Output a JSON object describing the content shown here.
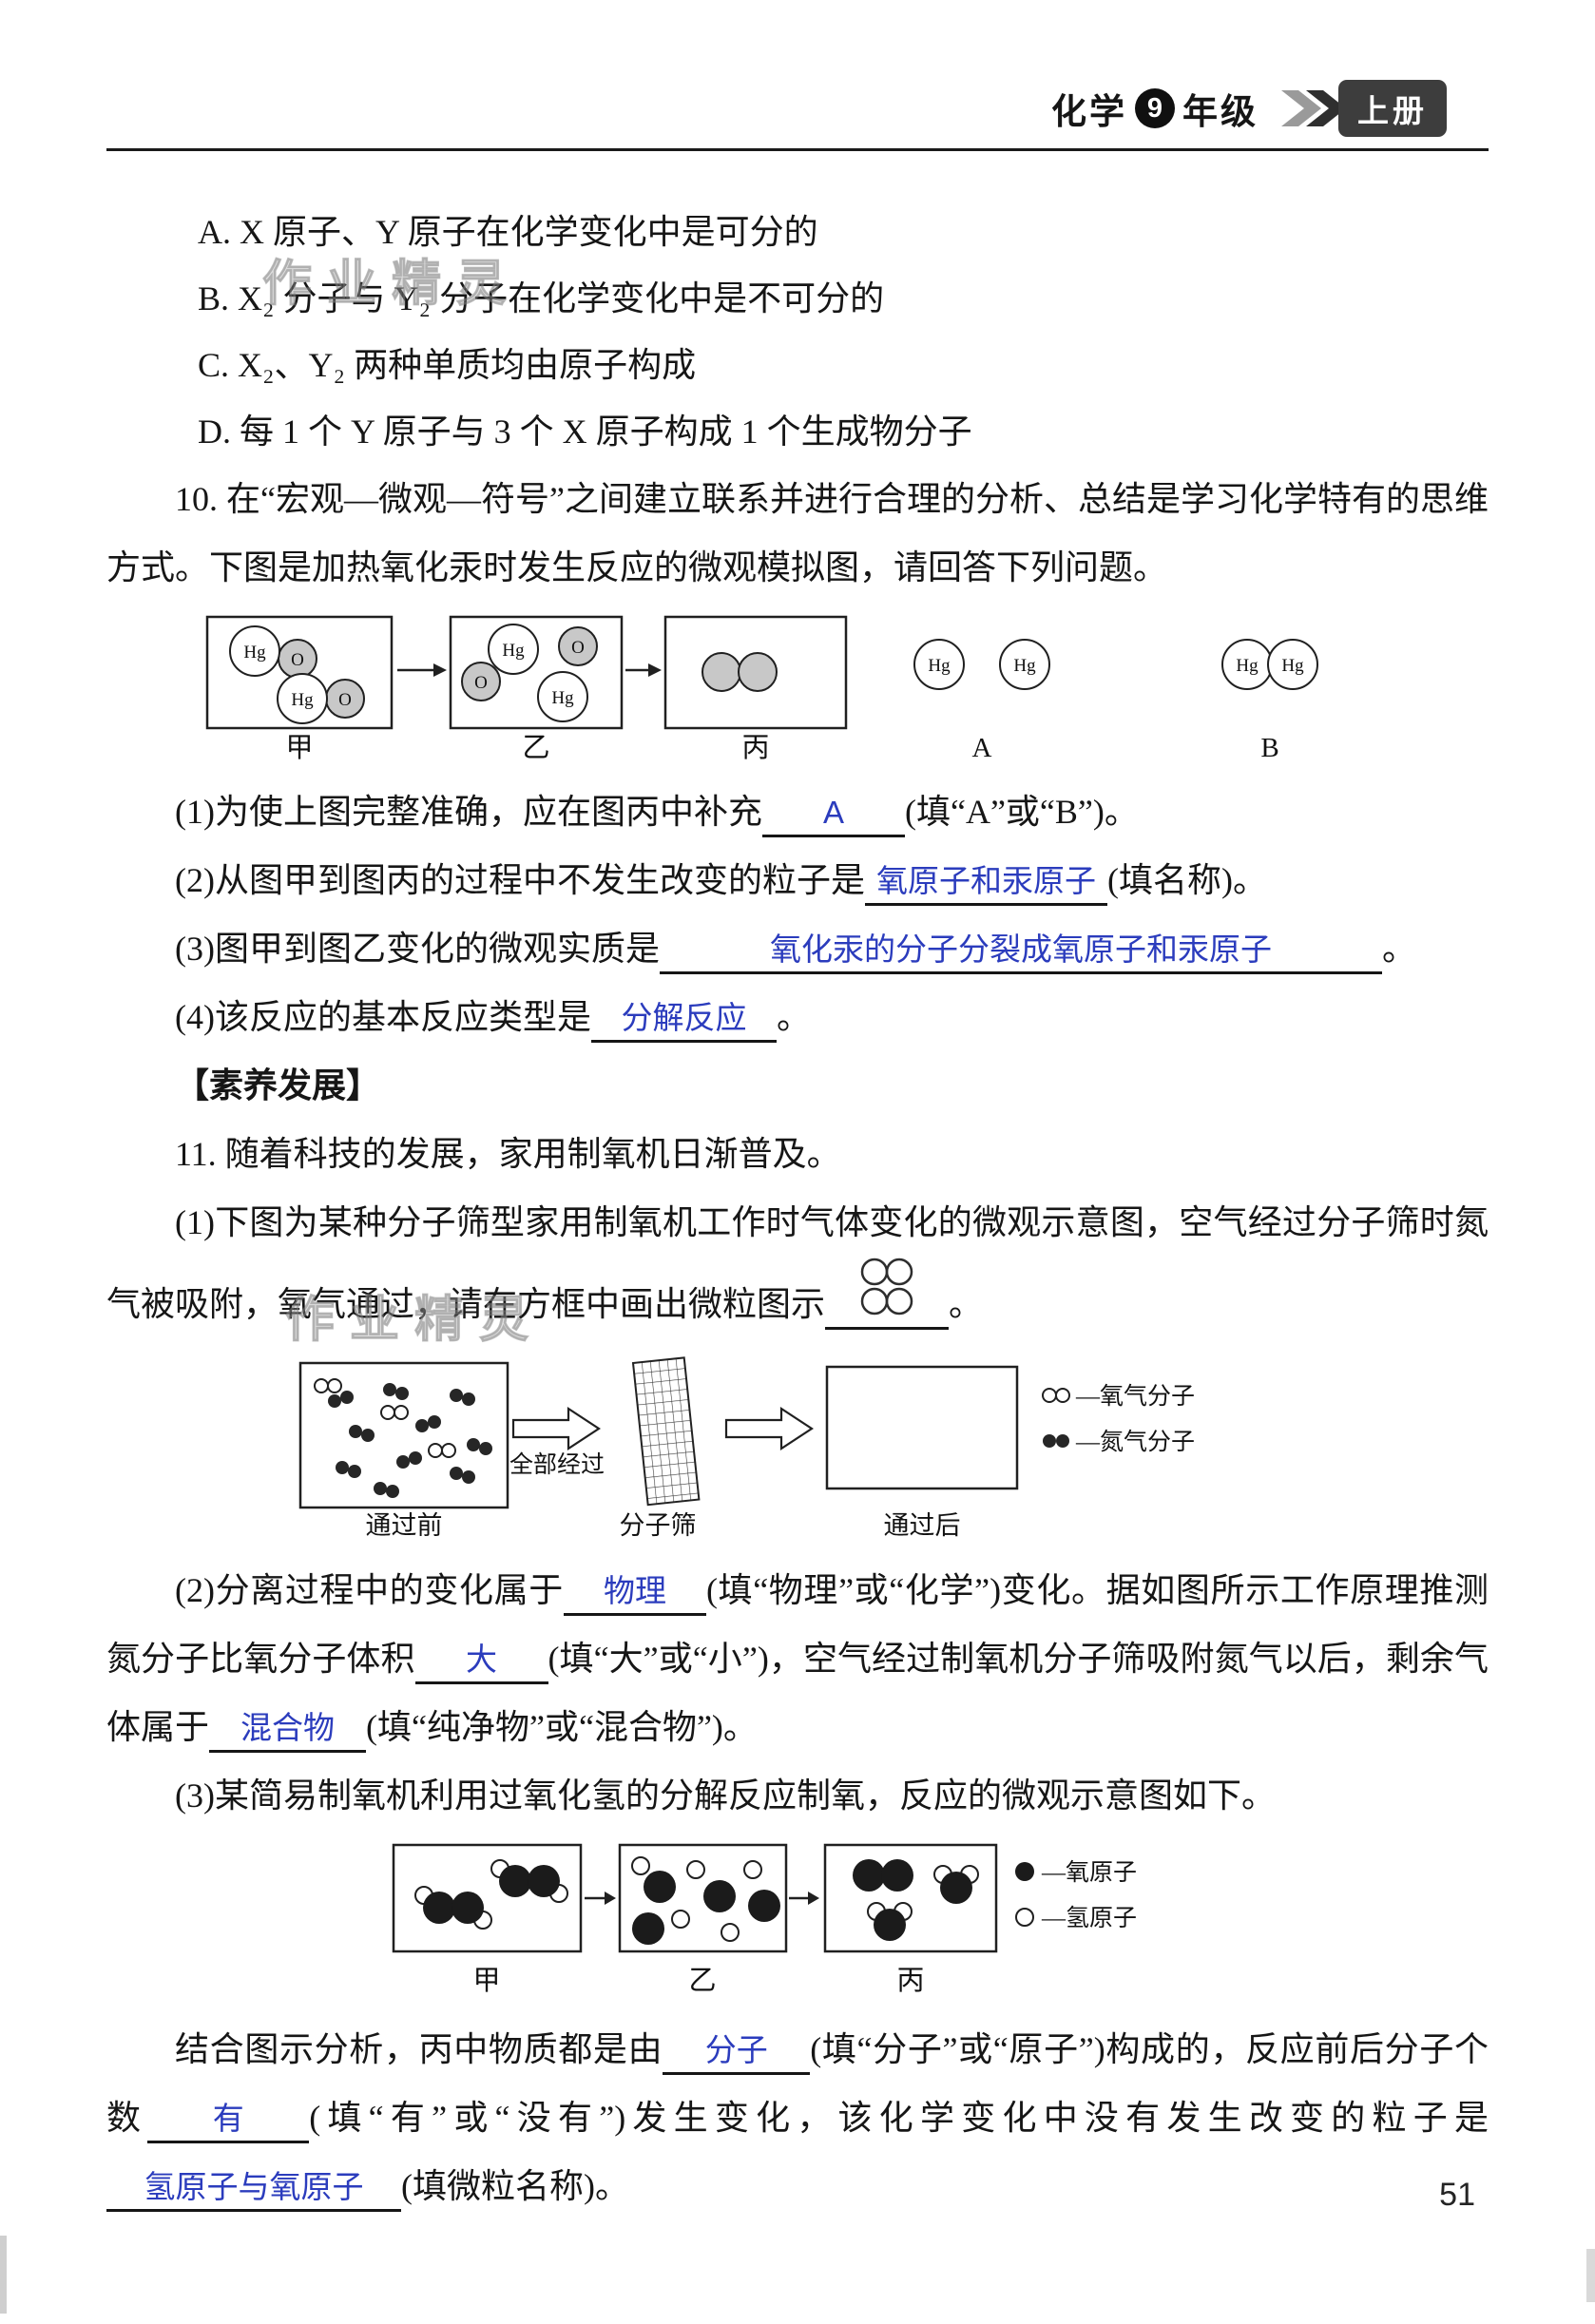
{
  "colors": {
    "answer_blue": "#2b3cbd"
  },
  "page_number": "51",
  "watermark": "作业精灵",
  "header": {
    "subject": "化学",
    "grade_number": "9",
    "grade_suffix": "年级",
    "volume": "上册"
  },
  "options": [
    "A. X 原子、Y 原子在化学变化中是可分的",
    "B. X₂ 分子与 Y₂ 分子在化学变化中是不可分的",
    "C. X₂、Y₂ 两种单质均由原子构成",
    "D. 每 1 个 Y 原子与 3 个 X 原子构成 1 个生成物分子"
  ],
  "q10": {
    "stem": "10. 在“宏观—微观—符号”之间建立联系并进行合理的分析、总结是学习化学特有的思维方式。下图是加热氧化汞时发生反应的微观模拟图，请回答下列问题。",
    "diagram": {
      "hg_label": "Hg",
      "o_label": "O",
      "box_labels": [
        "甲",
        "乙",
        "丙"
      ],
      "option_labels": [
        "A",
        "B"
      ]
    },
    "sub1": {
      "prefix": "(1)为使上图完整准确，应在图丙中补充",
      "answer": "A",
      "suffix": "(填“A”或“B”)。"
    },
    "sub2": {
      "prefix": "(2)从图甲到图丙的过程中不发生改变的粒子是",
      "answer": "氧原子和汞原子",
      "suffix": "(填名称)。"
    },
    "sub3": {
      "prefix": "(3)图甲到图乙变化的微观实质是",
      "answer": "氧化汞的分子分裂成氧原子和汞原子",
      "suffix": "。"
    },
    "sub4": {
      "prefix": "(4)该反应的基本反应类型是",
      "answer": "分解反应",
      "suffix": "。"
    }
  },
  "section_header": "【素养发展】",
  "q11": {
    "intro": "11. 随着科技的发展，家用制氧机日渐普及。",
    "sub1": {
      "prefix": "(1)下图为某种分子筛型家用制氧机工作时气体变化的微观示意图，空气经过分子筛时氮气被吸附，氧气通过，请在方框中画出微粒图示",
      "suffix": "。"
    },
    "diagram_sieve": {
      "before_label": "通过前",
      "arrow_label": "全部经过",
      "sieve_label": "分子筛",
      "after_label": "通过后",
      "legend_oxygen": "—氧气分子",
      "legend_nitrogen": "—氮气分子"
    },
    "sub2": {
      "p1": "(2)分离过程中的变化属于",
      "a1": "物理",
      "p2": "(填“物理”或“化学”)变化。据如图所示工作原理推测氮分子比氧分子体积",
      "a2": "大",
      "p3": "(填“大”或“小”)，空气经过制氧机分子筛吸附氮气以后，剩余气体属于",
      "a3": "混合物",
      "p4": "(填“纯净物”或“混合物”)。"
    },
    "sub3": {
      "stem": "(3)某简易制氧机利用过氧化氢的分解反应制氧，反应的微观示意图如下。"
    },
    "diagram_peroxide": {
      "box_labels": [
        "甲",
        "乙",
        "丙"
      ],
      "legend_oxygen": "—氧原子",
      "legend_hydrogen": "—氢原子"
    },
    "conclusion": {
      "p1": "结合图示分析，丙中物质都是由",
      "a1": "分子",
      "p2": "(填“分子”或“原子”)构成的，反应前后分子个数",
      "a2": "有",
      "p3": "(填“有”或“没有”)发生变化，该化学变化中没有发生改变的粒子是",
      "a3": "氢原子与氧原子",
      "p4": "(填微粒名称)。"
    }
  }
}
